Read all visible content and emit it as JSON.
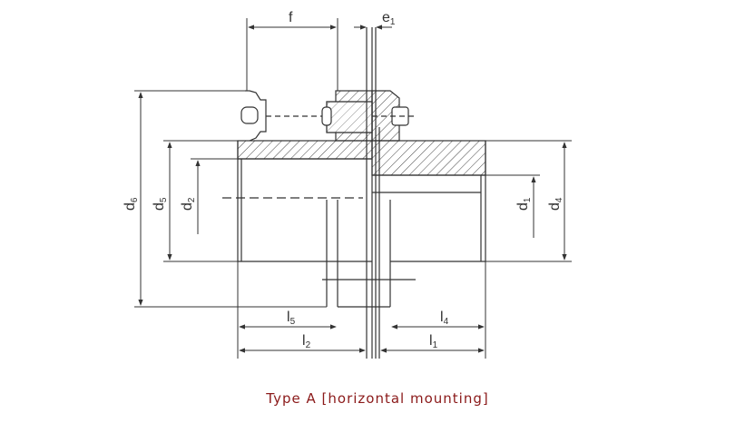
{
  "caption": "Type A [horizontal mounting]",
  "colors": {
    "caption": "#8b1a1a",
    "lines": "#333333"
  },
  "labels": {
    "f": {
      "main": "f"
    },
    "e1": {
      "main": "e",
      "sub": "1"
    },
    "d6": {
      "main": "d",
      "sub": "6"
    },
    "d5": {
      "main": "d",
      "sub": "5"
    },
    "d2": {
      "main": "d",
      "sub": "2"
    },
    "d1": {
      "main": "d",
      "sub": "1"
    },
    "d4": {
      "main": "d",
      "sub": "4"
    },
    "l5": {
      "main": "l",
      "sub": "5"
    },
    "l2": {
      "main": "l",
      "sub": "2"
    },
    "l4": {
      "main": "l",
      "sub": "4"
    },
    "l1": {
      "main": "l",
      "sub": "1"
    }
  }
}
